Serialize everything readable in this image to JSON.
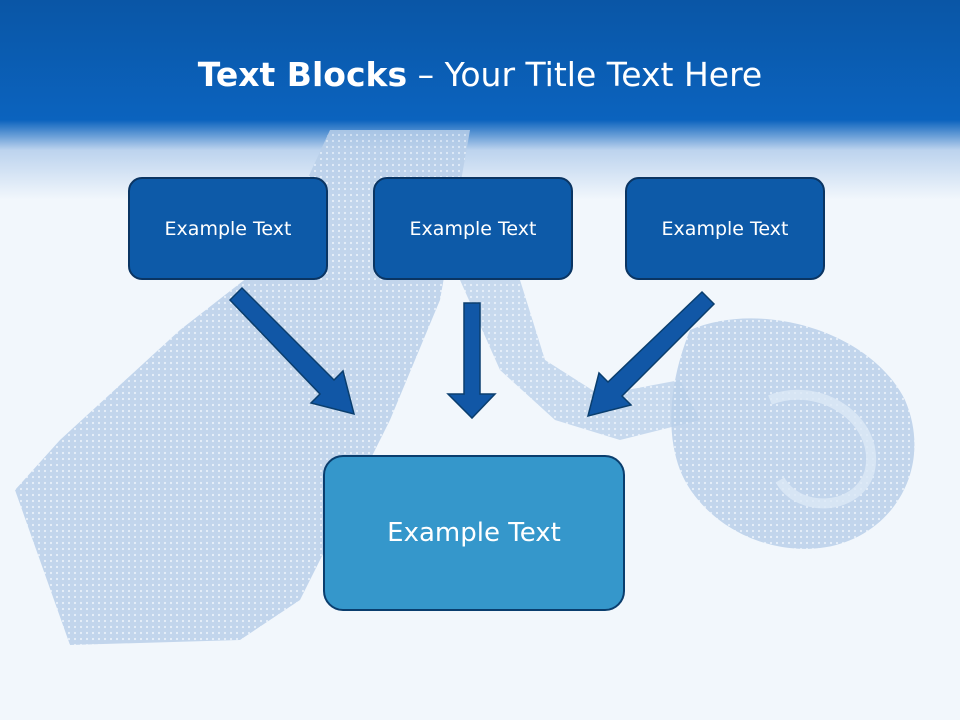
{
  "slide": {
    "title_bold": "Text Blocks",
    "title_dash": "–",
    "title_rest": "Your Title Text Here"
  },
  "blocks": {
    "left": "Example Text",
    "middle": "Example Text",
    "right": "Example Text",
    "center": "Example Text"
  },
  "colors": {
    "header_blue": "#0b63be",
    "box_dark": "#0d5aa8",
    "box_light": "#3597cb",
    "arrow": "#1157a6",
    "tie": "#c5d8ee"
  }
}
